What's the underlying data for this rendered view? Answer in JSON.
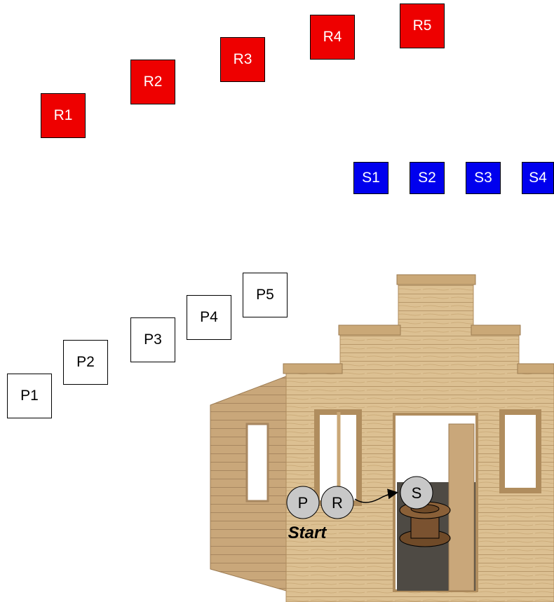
{
  "colors": {
    "r_box": "#ee0000",
    "s_box": "#0000ee",
    "token_fill": "#c8c8c8",
    "spool": "#7a5230",
    "wood": "#d9bd8c"
  },
  "r_boxes": [
    {
      "label": "R1"
    },
    {
      "label": "R2"
    },
    {
      "label": "R3"
    },
    {
      "label": "R4"
    },
    {
      "label": "R5"
    }
  ],
  "s_boxes": [
    {
      "label": "S1"
    },
    {
      "label": "S2"
    },
    {
      "label": "S3"
    },
    {
      "label": "S4"
    }
  ],
  "p_boxes": [
    {
      "label": "P1"
    },
    {
      "label": "P2"
    },
    {
      "label": "P3"
    },
    {
      "label": "P4"
    },
    {
      "label": "P5"
    }
  ],
  "tokens": {
    "p": "P",
    "r": "R",
    "s": "S"
  },
  "start_label": "Start"
}
